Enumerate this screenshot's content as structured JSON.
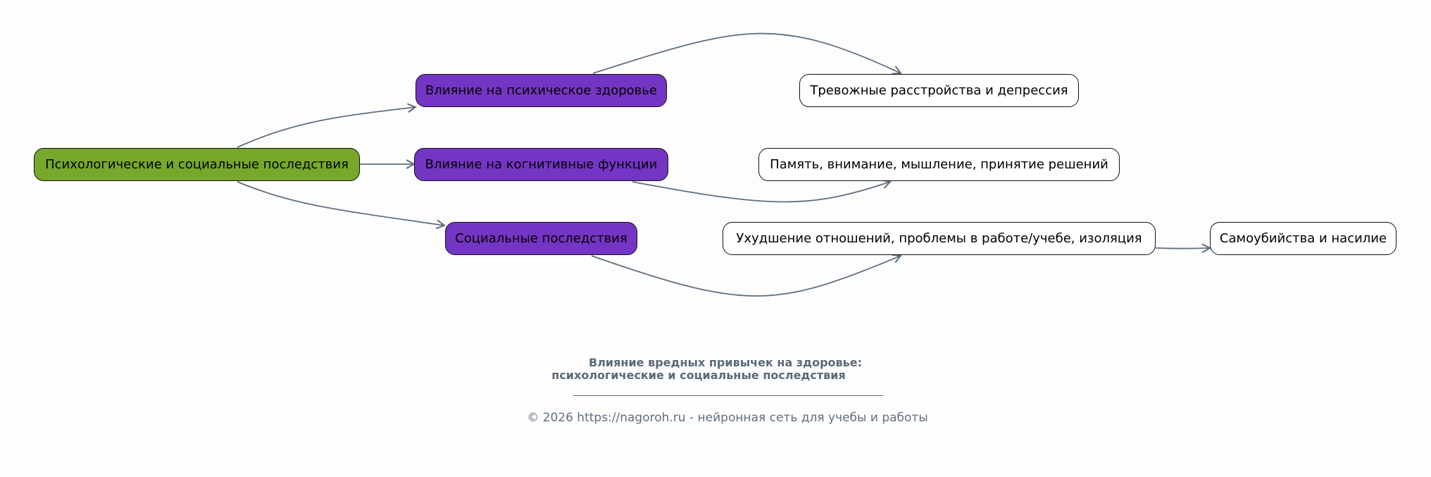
{
  "diagram": {
    "root": {
      "label": "Психологические и социальные последствия",
      "color": "#77a82b"
    },
    "branches": [
      {
        "label": "Влияние на психическое здоровье",
        "color": "#7535c4"
      },
      {
        "label": "Влияние на когнитивные функции",
        "color": "#7535c4"
      },
      {
        "label": "Социальные последствия",
        "color": "#7535c4"
      }
    ],
    "leaves": [
      {
        "label": "Тревожные расстройства и депрессия"
      },
      {
        "label": "Память, внимание, мышление, принятие решений"
      },
      {
        "label": "Ухудшение отношений, проблемы в работе/учебе, изоляция"
      },
      {
        "label": "Самоубийства и насилие"
      }
    ],
    "edge_color": "#5f6f80"
  },
  "caption": {
    "title_line1": "Влияние вредных привычек на здоровье:",
    "title_line2": "психологические и социальные последствия",
    "footer": "© 2026 https://nagoroh.ru - нейронная сеть для учебы и работы"
  }
}
